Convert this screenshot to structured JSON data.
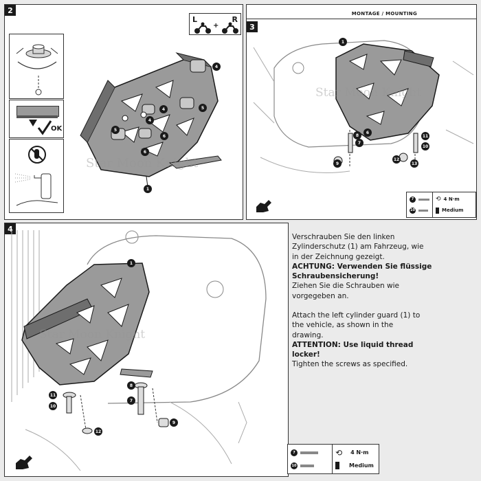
{
  "panel2": {
    "step": "2",
    "orientation_badge": {
      "left": "L",
      "plus": "+",
      "right": "R"
    },
    "ok_label": "OK",
    "callouts": [
      "1",
      "4",
      "4",
      "4",
      "5",
      "5",
      "6",
      "6"
    ],
    "watermark": "Star Moon Knight"
  },
  "panel3": {
    "step": "3",
    "section_title": "MONTAGE / MOUNTING",
    "callouts": [
      "1",
      "6",
      "7",
      "8",
      "9",
      "10",
      "11",
      "12",
      "13"
    ],
    "watermark": "Star Moon Knight",
    "spec": {
      "bolt_a": "7",
      "bolt_b": "10",
      "torque": "4 N·m",
      "locker": "Medium"
    }
  },
  "panel4": {
    "step": "4",
    "callouts": [
      "1",
      "11",
      "10",
      "8",
      "7",
      "12",
      "9"
    ],
    "watermark": "Star Moon Knight",
    "spec": {
      "bolt_a": "7",
      "bolt_b": "10",
      "torque": "4 N·m",
      "locker": "Medium"
    }
  },
  "instructions": {
    "de_line1": "Verschrauben Sie den linken",
    "de_line2": "Zylinderschutz (1) am Fahrzeug, wie",
    "de_line3": "in der Zeichnung gezeigt.",
    "de_warn1": "ACHTUNG: Verwenden Sie flüssige",
    "de_warn2": "Schraubensicherung!",
    "de_line4": "Ziehen Sie die Schrauben wie",
    "de_line5": "vorgegeben an.",
    "en_line1": "Attach the left cylinder guard (1) to",
    "en_line2": "the vehicle, as shown in the",
    "en_line3": "drawing.",
    "en_warn1": "ATTENTION: Use liquid thread",
    "en_warn2": "locker!",
    "en_line4": "Tighten the screws as specified."
  },
  "colors": {
    "guard": "#9a9a9a",
    "guard_dark": "#6e6e6e",
    "line": "#1a1a1a",
    "background": "#ebebeb"
  }
}
